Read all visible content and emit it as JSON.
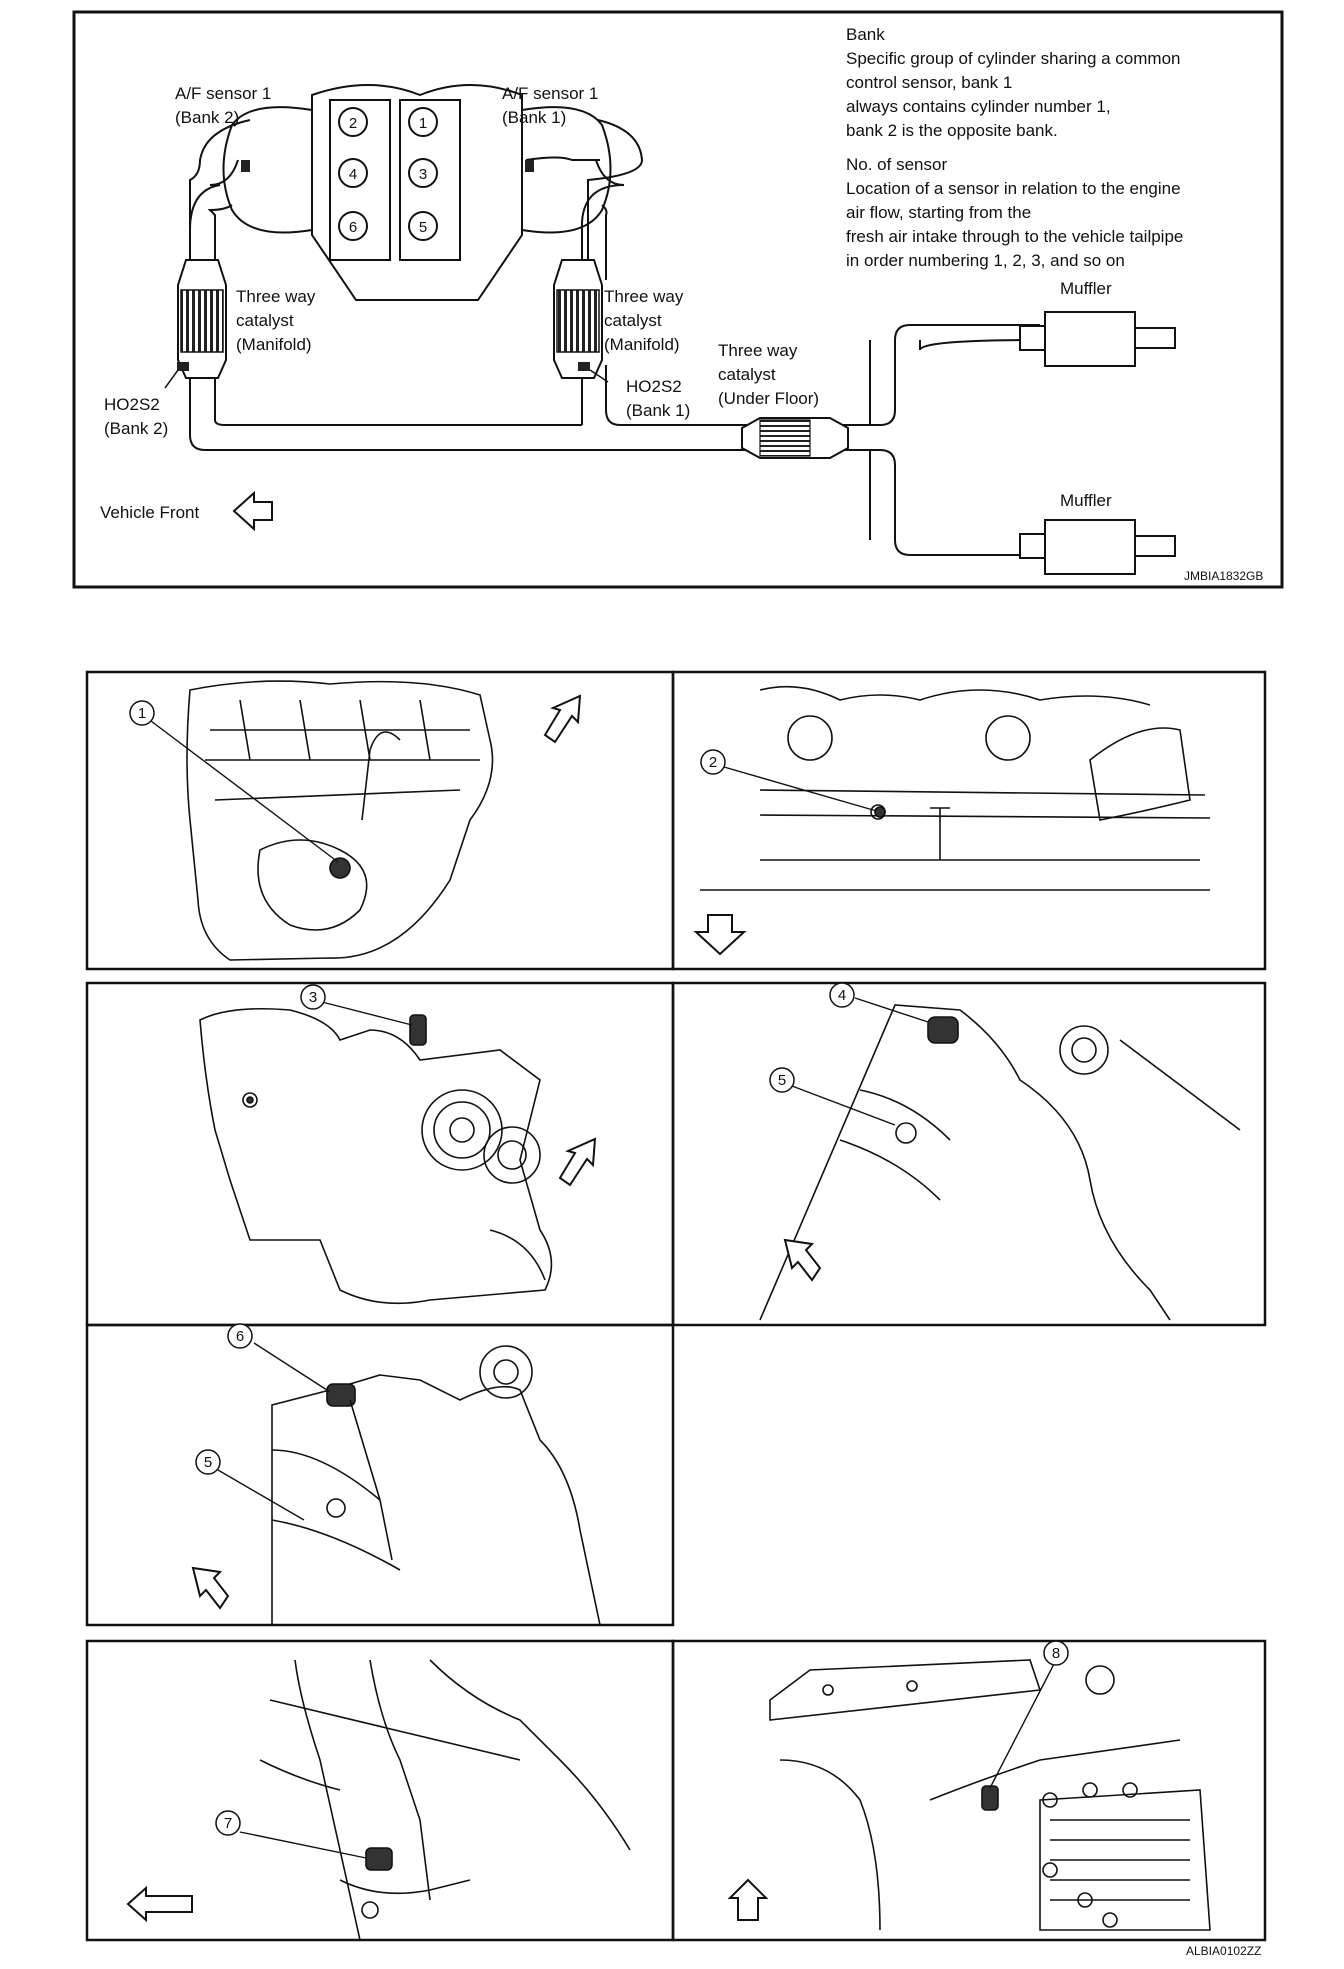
{
  "top_diagram": {
    "af_sensor_bank2": [
      "A/F sensor 1",
      "(Bank 2)"
    ],
    "af_sensor_bank1": [
      "A/F sensor 1",
      "(Bank 1)"
    ],
    "cylinders": [
      "2",
      "1",
      "4",
      "3",
      "6",
      "5"
    ],
    "catalyst_left": [
      "Three way",
      "catalyst",
      "(Manifold)"
    ],
    "catalyst_right": [
      "Three way",
      "catalyst",
      "(Manifold)"
    ],
    "catalyst_underfloor": [
      "Three way",
      "catalyst",
      "(Under Floor)"
    ],
    "ho2s2_bank2": [
      "HO2S2",
      "(Bank 2)"
    ],
    "ho2s2_bank1": [
      "HO2S2",
      "(Bank 1)"
    ],
    "muffler_upper": "Muffler",
    "muffler_lower": "Muffler",
    "vehicle_front": "Vehicle Front",
    "bank_note": [
      "Bank",
      "Specific group of cylinder sharing a common",
      "control sensor, bank 1",
      "always contains cylinder number 1,",
      "bank 2 is the opposite bank."
    ],
    "sensor_note": [
      "No. of sensor",
      "Location of a sensor in relation to the engine",
      "air flow, starting from the",
      "fresh air intake through to the vehicle tailpipe",
      "in order numbering 1, 2, 3, and so on"
    ],
    "code": "JMBIA1832GB"
  },
  "photos": {
    "callouts": [
      "1",
      "2",
      "3",
      "4",
      "5",
      "6",
      "5",
      "7",
      "8"
    ],
    "code": "ALBIA0102ZZ"
  }
}
